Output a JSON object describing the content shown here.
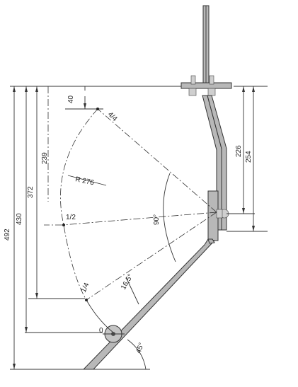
{
  "dimensions": {
    "d492": "492",
    "d430": "430",
    "d372": "372",
    "d239": "239",
    "d40": "40",
    "d226": "226",
    "d254": "254",
    "radius": "R 276",
    "angle90": "90°",
    "angle16_5": "16,5°",
    "angle45": "45°"
  },
  "positions": {
    "full": "4/4",
    "half": "1/2",
    "quarter": "1/4",
    "zero": "0"
  }
}
